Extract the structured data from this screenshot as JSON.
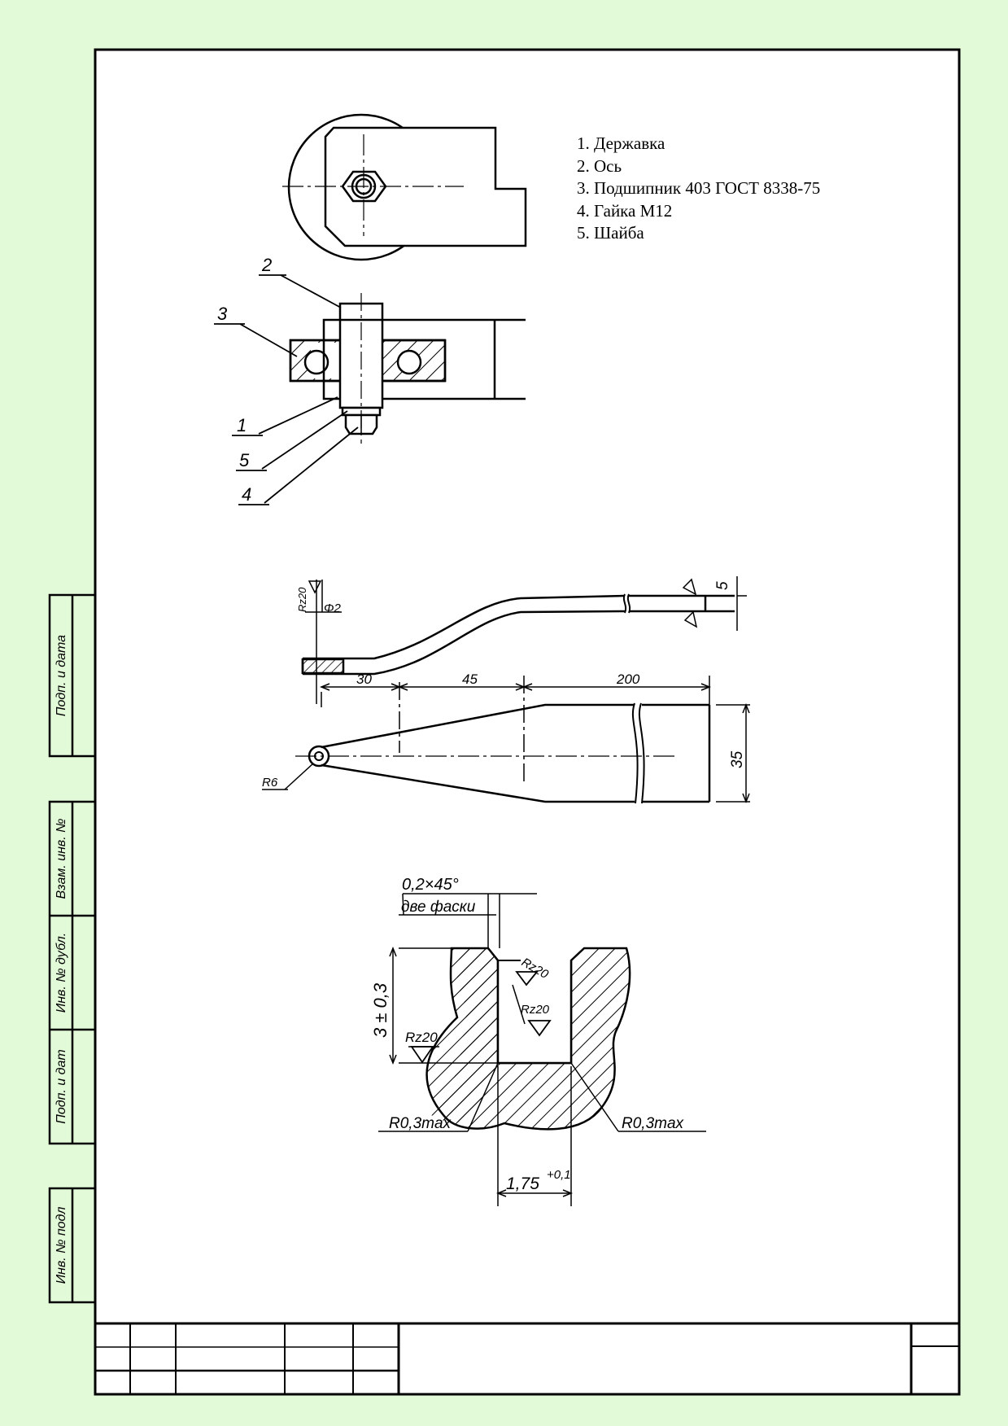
{
  "parts_list": [
    "1. Державка",
    "2. Ось",
    "3. Подшипник 403 ГОСТ 8338-75",
    "4. Гайка М12",
    "5. Шайба"
  ],
  "side_stamp_labels": [
    "Подп. и дата",
    "Взам. инв. №",
    "Инв. № дубл.",
    "Подп. и дат",
    "Инв. № подл"
  ],
  "callouts": [
    "2",
    "3",
    "1",
    "5",
    "4"
  ],
  "dimensions": {
    "d30": "30",
    "d45": "45",
    "d200": "200",
    "d35": "35",
    "d5": "5",
    "r6": "R6",
    "phi2": "Φ2",
    "ra_top": "Rz20",
    "chamfer_1": "0,2×45°",
    "chamfer_2": "две фаски",
    "depth": "3 ± 0,3",
    "width": "1,75",
    "width_tol": "+0,1",
    "r_left": "R0,3max",
    "r_right": "R0,3max",
    "rz_a": "Rz20",
    "rz_b": "Rz20",
    "rz_c": "Rz20"
  }
}
